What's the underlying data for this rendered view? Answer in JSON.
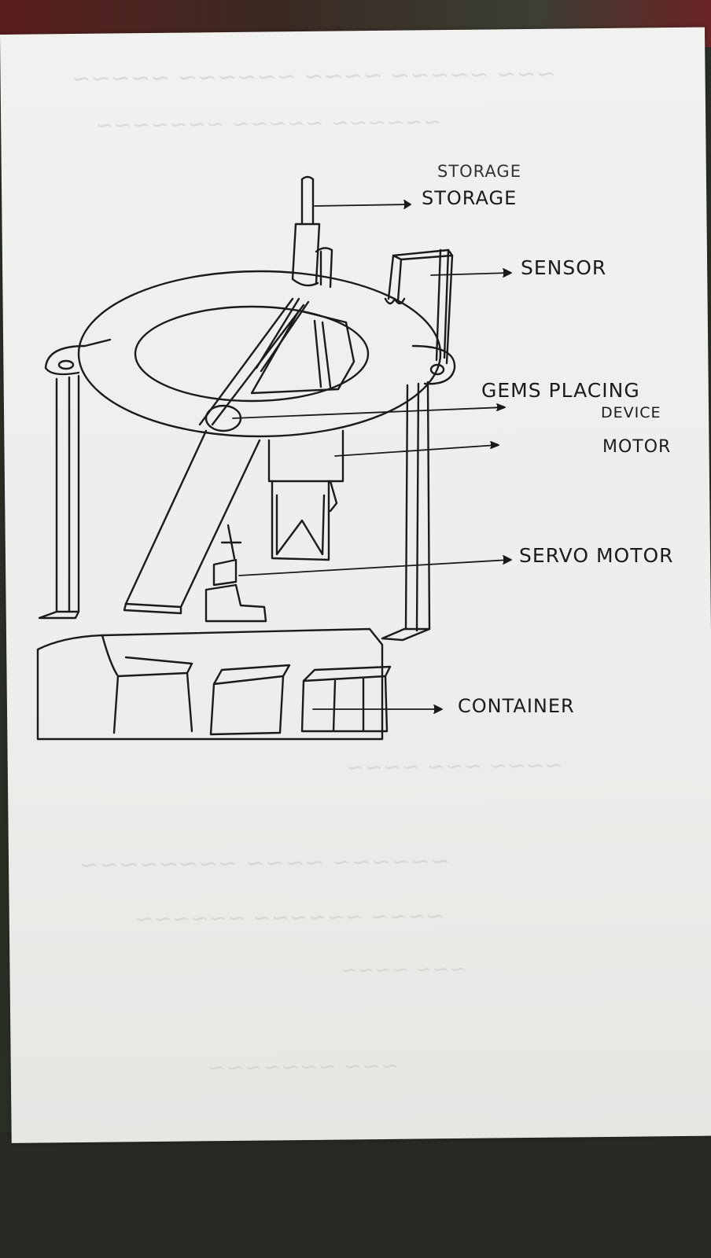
{
  "diagram": {
    "labels": {
      "storage_top": "STORAGE",
      "storage": "STORAGE",
      "sensor": "SENSOR",
      "gems_line1": "GEMS PLACING",
      "gems_line2": "DEVICE",
      "motor": "MOTOR",
      "servo_motor": "SERVO MOTOR",
      "container": "CONTAINER"
    }
  },
  "colors": {
    "ink": "#1b1b1b",
    "paper": "#eeeeec",
    "background": "#2a2f26"
  }
}
